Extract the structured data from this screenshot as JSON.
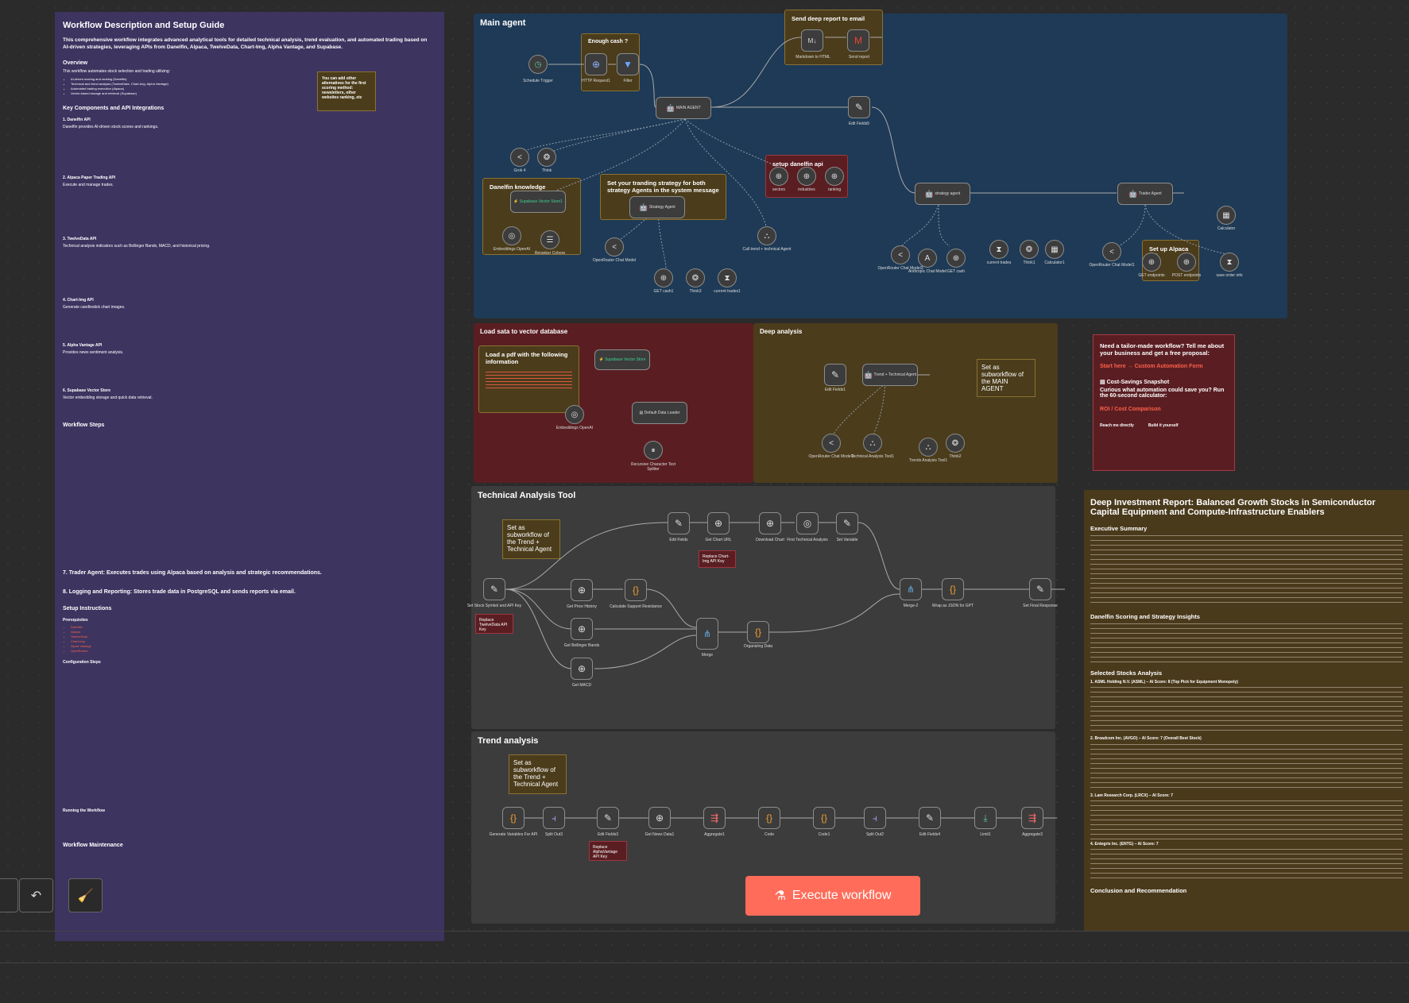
{
  "description": {
    "title": "Workflow Description and Setup Guide",
    "intro": "This comprehensive workflow integrates advanced analytical tools for detailed technical analysis, trend evaluation, and automated trading based on AI-driven strategies, leveraging APIs from Danelfin, Alpaca, TwelveData, Chart-Img, Alpha Vantage, and Supabase.",
    "overview_heading": "Overview",
    "overview_text": "This workflow automates stock selection and trading utilizing:",
    "overview_items": [
      "AI-driven scoring and ranking (Danelfin)",
      "Technical and trend analysis (TwelveData, Chart-Img, Alpha Vantage)",
      "Automated trading execution (Alpaca)",
      "Vector-based storage and retrieval (Supabase)"
    ],
    "key_heading": "Key Components and API Integrations",
    "s1": "1. Danelfin API",
    "s1_text": "Danelfin provides AI-driven stock scores and rankings.",
    "s2": "2. Alpaca Paper Trading API",
    "s2_text": "Execute and manage trades.",
    "s3": "3. TwelveData API",
    "s3_text": "Technical analysis indicators such as Bollinger Bands, MACD, and historical pricing.",
    "s4": "4. Chart-Img API",
    "s4_text": "Generate candlestick chart images.",
    "s5": "5. Alpha Vantage API",
    "s5_text": "Provides news sentiment analysis.",
    "s6": "6. Supabase Vector Store",
    "s6_text": "Vector embedding storage and quick data retrieval.",
    "steps_heading": "Workflow Steps",
    "step7": "7. Trader Agent: Executes trades using Alpaca based on analysis and strategic recommendations.",
    "step8": "8. Logging and Reporting: Stores trade data in PostgreSQL and sends reports via email.",
    "setup_heading": "Setup Instructions",
    "prereq": "Prerequisites",
    "api_keys": [
      "Danelfin",
      "Alpaca",
      "TwelveData",
      "Chart-Img",
      "Alpha Vantage",
      "OpenRouter"
    ],
    "config_steps": "Configuration Steps",
    "running": "Running the Workflow",
    "maintenance": "Workflow Maintenance",
    "sticky_note": "You can add other alternatives for the first scoring method: newsletters, other websites ranking, etc"
  },
  "groups": {
    "main_agent": "Main agent",
    "enough_cash": "Enough cash ?",
    "send_report": "Send deep report to email",
    "danelfin_knowledge": "Danelfin knowledge",
    "strategy_note": "Set your tranding strategy for both strategy Agents in the system message",
    "setup_danelfin": "setup danelfin api",
    "setup_alpaca": "Set up Alpaca api",
    "load_vector": "Load sata to vector database",
    "load_pdf": "Load a pdf with the following information",
    "deep_analysis": "Deep analysis",
    "deep_sub": "Set as subworkflow of the MAIN AGENT",
    "technical": "Technical Analysis Tool",
    "tech_sub": "Set as subworkflow of the Trend + Technical Agent",
    "trend": "Trend analysis",
    "trend_sub": "Set as subworkflow of the Trend + Technical Agent",
    "replace_chart": "Replace Chart-Img API Key",
    "replace_twelve": "Replace TwelveData API Key",
    "replace_alpha": "Replace AlphaVantage API Key"
  },
  "nodes": {
    "schedule": "Schedule Trigger",
    "http": "HTTP Request1",
    "filter": "Filter",
    "md": "Markdown to HTML",
    "send": "Send report",
    "main": "MAIN AGENT",
    "edit5": "Edit Fields5",
    "grok": "Grok 4",
    "think": "Think",
    "supa": "Supabase Vector Store1",
    "emb": "Embeddings OpenAI",
    "rerank": "Reranker Cohere",
    "strategy_agent": "Strategy Agent",
    "or_chat": "OpenRouter Chat Model",
    "get_cash1": "GET cash1",
    "think3": "Think3",
    "current_trades1": "current trades1",
    "call_trend": "Call trend + technical Agent",
    "sectors": "sectors",
    "industries": "industries",
    "ranking": "ranking",
    "strategy_agent2": "strategy agent",
    "trader": "Trader Agent",
    "or3": "OpenRouter Chat Model3",
    "anthropic": "Anthropic Chat Model",
    "get_cash": "GET cash",
    "current_trades": "current trades",
    "think1": "Think1",
    "calc1": "Calculator1",
    "or_chat2": "OpenRouter Chat Model1",
    "get_endpoints": "GET endpoints",
    "post_endpoints": "POST endpoints",
    "save_order": "save order info",
    "calc": "Calculator",
    "supa2": "Supabase Vector Store",
    "emb2": "Embeddings OpenAI",
    "default_loader": "Default Data Loader",
    "splitter": "Recursive Character Text Splitter",
    "edit1": "Edit Fields1",
    "trend_agent": "Trend + Technical Agent",
    "or2": "OpenRouter Chat Model2",
    "tech_tool": "Technical Analysis Tool1",
    "trends_tool": "Trends Analysis Tool1",
    "think2": "Think2",
    "set_stock": "Set Stock Symbol and API Key",
    "edit_fields": "Edit Fields",
    "get_chart_url": "Get Chart URL",
    "download_chart": "Download Chart",
    "first_tech": "First Technical Analysis",
    "set_variable": "Set Variable",
    "price_history": "Get Price History",
    "calc_support": "Calculate Support Resistance",
    "bollinger": "Get Bollinger Bands",
    "merge": "Merge",
    "organizing": "Organizing Data",
    "macd": "Get MACD",
    "merge2": "Merge-2",
    "wrap": "Wrap as JSON for GPT",
    "final": "Set Final Response",
    "gen_vars": "Generate Variables For API",
    "split_out": "Split Out3",
    "edit3": "Edit Fields3",
    "news": "Get News Data1",
    "agg1": "Aggregate1",
    "code": "Code",
    "code1": "Code1",
    "split2": "Split Out2",
    "edit4": "Edit Fields4",
    "limit": "Limit1",
    "agg3": "Aggregate3"
  },
  "cta": {
    "headline": "Need a tailor-made workflow? Tell me about your business and get a free proposal:",
    "link1": "Start here → Custom Automation Form",
    "snapshot": "Cost-Savings Snapshot",
    "question": "Curious what automation could save you? Run the 60-second calculator:",
    "link2": "ROI / Cost Comparison",
    "reach": "Reach me directly",
    "build": "Build it yourself"
  },
  "report": {
    "title": "Deep Investment Report: Balanced Growth Stocks in Semiconductor Capital Equipment and Compute-Infrastructure Enablers",
    "exec": "Executive Summary",
    "scoring": "Danelfin Scoring and Strategy Insights",
    "selected": "Selected Stocks Analysis",
    "s1": "1. ASML Holding N.V. (ASML) – AI Score: 8 (Top Pick for Equipment Monopoly)",
    "s2": "2. Broadcom Inc. (AVGO) – AI Score: 7 (Overall Best Stock)",
    "s3": "3. Lam Research Corp. (LRCX) – AI Score: 7",
    "s4": "4. Entegris Inc. (ENTG) – AI Score: 7",
    "conclusion": "Conclusion and Recommendation"
  },
  "execute": {
    "label": "Execute workflow"
  },
  "colors": {
    "accent": "#ff6d5a",
    "desc_bg": "#3d3460",
    "blue": "#1e3a56",
    "brown": "#4b3c1b",
    "red": "#5a1e22",
    "gray": "#3c3c3c"
  }
}
